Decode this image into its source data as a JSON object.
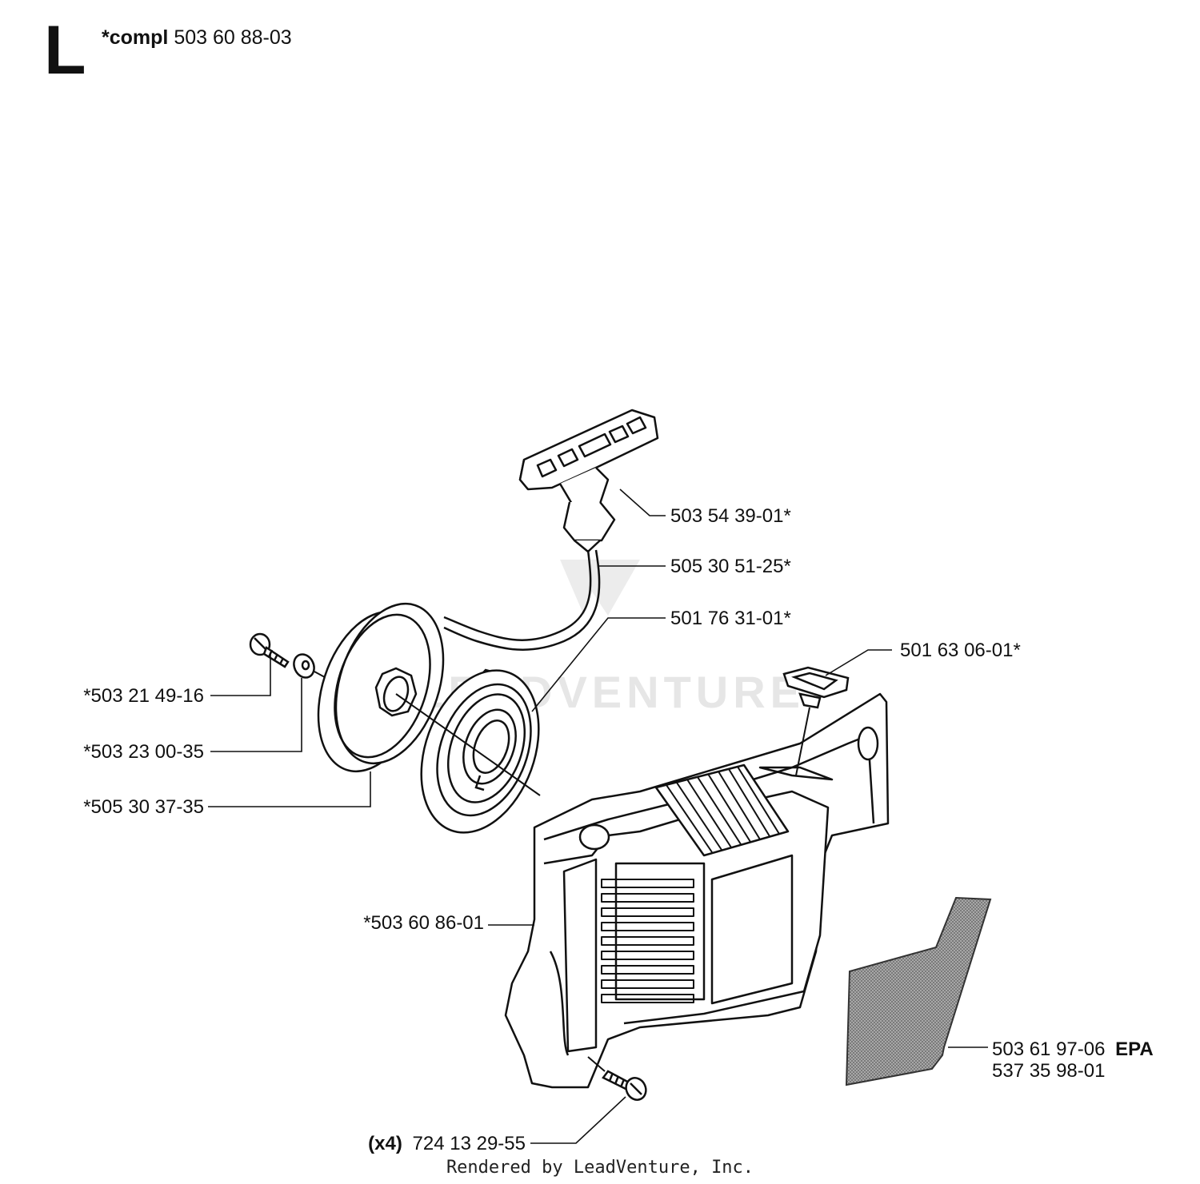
{
  "header": {
    "section": "L",
    "compl_prefix": "*compl",
    "compl_number": "503 60 88-03"
  },
  "watermark": "LEADVENTURE",
  "parts": {
    "handle": "503 54 39-01*",
    "rope": "505 30 51-25*",
    "spring": "501 76 31-01*",
    "grommet": "501 63 06-01*",
    "screw_small": "*503 21 49-16",
    "washer": "*503 23 00-35",
    "pulley": "*505 30 37-35",
    "cover": "*503 60 86-01",
    "decal_number": "503 61 97-06",
    "decal_epa": "EPA",
    "decal_alt": "537 35 98-01",
    "screws_qty": "(x4)",
    "screws_number": "724 13 29-55"
  },
  "footer": "Rendered by LeadVenture, Inc."
}
